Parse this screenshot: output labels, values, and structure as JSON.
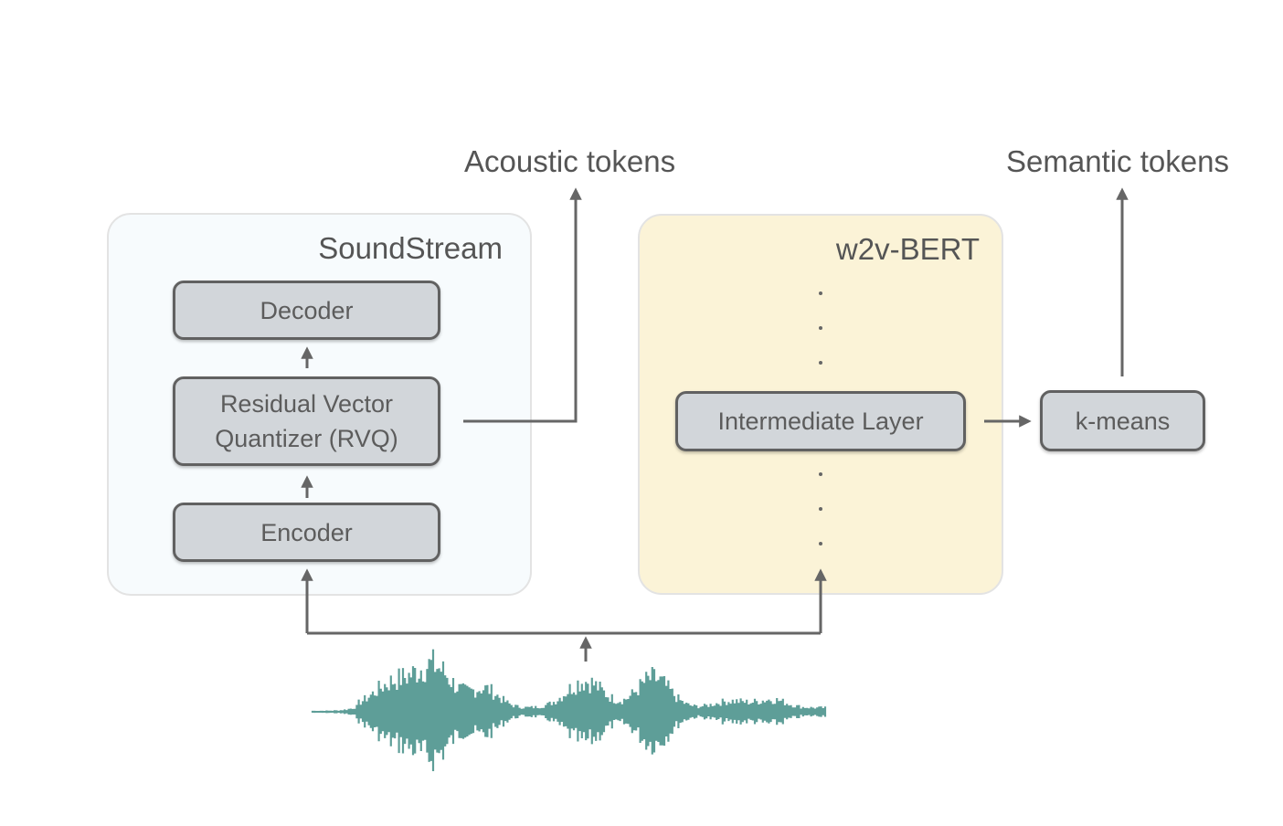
{
  "labels": {
    "acoustic_tokens": "Acoustic tokens",
    "semantic_tokens": "Semantic tokens"
  },
  "soundstream": {
    "title": "SoundStream",
    "decoder": "Decoder",
    "rvq_line1": "Residual Vector",
    "rvq_line2": "Quantizer (RVQ)",
    "encoder": "Encoder"
  },
  "w2v": {
    "title": "w2v-BERT",
    "intermediate": "Intermediate Layer"
  },
  "kmeans": "k-means",
  "colors": {
    "arrow": "#666666",
    "box_fill": "#d2d6da",
    "soundstream_bg": "#f7fbfd",
    "w2v_bg": "#fbf3d7",
    "waveform": "#5e9e98"
  }
}
